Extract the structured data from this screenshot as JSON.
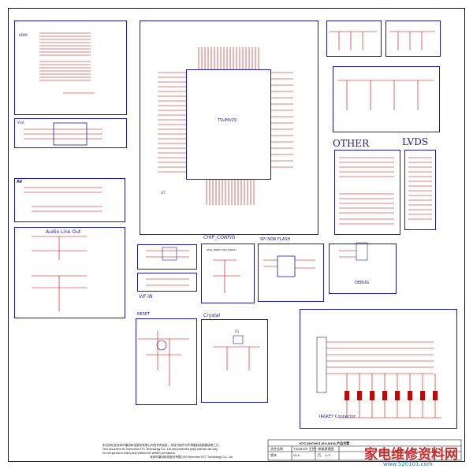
{
  "sections": {
    "hdmi": "HDMI",
    "vga": "VGA",
    "av": "AV",
    "audio_line_out": "Audio Line Out",
    "chip_config": "CHIP_CONFIG",
    "vif_in": "VIF IN",
    "reset": "RESET",
    "crystal": "Crystal",
    "spi_nor_flash": "SPI NOR FLASH",
    "debug": "DEBUG",
    "other": "OTHER",
    "lvds": "LVDS",
    "keypad_connector": "IR&KEY Connector",
    "main_chip": "TSUMV29",
    "main_chip_ref": "U7",
    "crystal_ref": "X1"
  },
  "config_box_text": "(PAD_PWM0, PAD_PWM1)",
  "title_block": {
    "notice_line_1": "本文档包含深圳市康冠科技股份有限公司的专有信息，未经书面许可不得复制或披露给第三方。",
    "notice_line_2": "This document for Shenzhen KTC Technology Co., Ltd and protected party internal use only.",
    "notice_line_3": "Do not spread to third party without the written permission.",
    "company_cn": "深圳市康冠科技股份有限公司",
    "company_en": "Shenzhen KTC Technology Co., Ltd",
    "project": "KTC-ZKC0001.ISO-M191 产品方案",
    "doc_label": "文件名称",
    "doc_value": "TSUMV29 主控一体板原理图",
    "rev_label": "版本",
    "rev_value": "V1.0",
    "sheet_label": "页",
    "sheet_value": "1 / 1"
  },
  "watermark": {
    "text": "家电维修资料网",
    "url": "www.520101.com"
  },
  "colors": {
    "wire_red": "#cc0000",
    "block_blue": "#1a1aa6",
    "frame": "#111111",
    "watermark": "#c72b2b"
  }
}
